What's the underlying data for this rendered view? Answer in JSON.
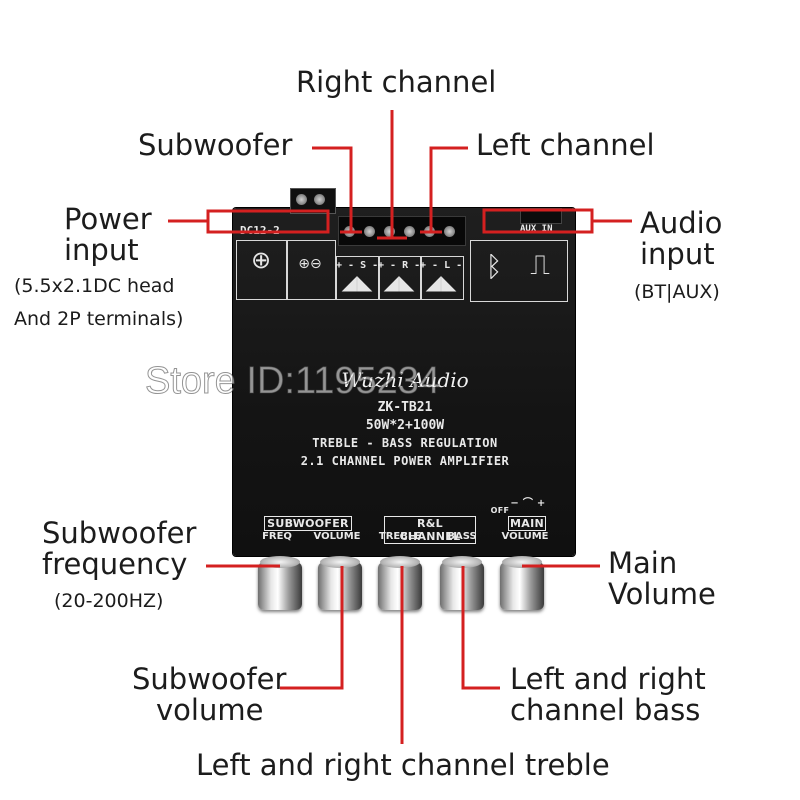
{
  "callouts": {
    "right_channel": "Right channel",
    "subwoofer": "Subwoofer",
    "left_channel": "Left channel",
    "power_input_1": "Power",
    "power_input_2": "input",
    "power_note_1": "(5.5x2.1DC head",
    "power_note_2": "And 2P terminals)",
    "audio_input_1": "Audio",
    "audio_input_2": "input",
    "audio_note": "(BT|AUX)",
    "sub_freq_1": "Subwoofer",
    "sub_freq_2": "frequency",
    "sub_freq_note": "(20-200HZ)",
    "main_volume_1": "Main",
    "main_volume_2": "Volume",
    "sub_volume_1": "Subwoofer",
    "sub_volume_2": "volume",
    "lr_bass_1": "Left and right",
    "lr_bass_2": "channel bass",
    "lr_treble": "Left and right channel treble"
  },
  "watermark": "Store ID:1195234",
  "board": {
    "dc_label": "DC12-2",
    "aux_label": "AUX  IN",
    "ch_s": "+ - S -",
    "ch_r": "+ - R -",
    "ch_l": "+ - L -",
    "brand": "Wuzhi Audio",
    "model": "ZK-TB21",
    "power": "50W*2+100W",
    "line1": "TREBLE - BASS REGULATION",
    "line2": "2.1 CHANNEL POWER AMPLIFIER",
    "section_sub": "SUBWOOFER",
    "section_rl": "R&L CHANNEL",
    "section_main": "MAIN",
    "off_label": "OFF",
    "knob_freq": "FREQ",
    "knob_sub_vol": "VOLUME",
    "knob_treble": "TREBLE",
    "knob_bass": "BASS",
    "knob_main_vol": "VOLUME"
  },
  "colors": {
    "callout_line": "#d42020",
    "board": "#161616",
    "text": "#1c1c1c"
  }
}
